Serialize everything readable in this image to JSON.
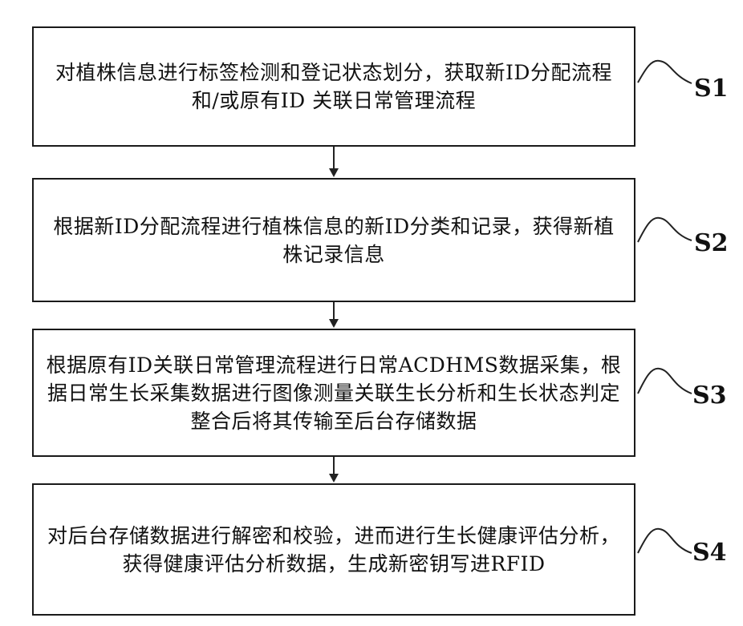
{
  "steps": [
    {
      "id": "S1",
      "text": "对植株信息进行标签检测和登记状态划分，获取新ID分配流程和/或原有ID 关联日常管理流程"
    },
    {
      "id": "S2",
      "text": "根据新ID分配流程进行植株信息的新ID分类和记录，获得新植株记录信息"
    },
    {
      "id": "S3",
      "text": "根据原有ID关联日常管理流程进行日常ACDHMS数据采集，根据日常生长采集数据进行图像测量关联生长分析和生长状态判定整合后将其传输至后台存储数据"
    },
    {
      "id": "S4",
      "text": "对后台存储数据进行解密和校验，进而进行生长健康评估分析，获得健康评估分析数据，生成新密钥写进RFID"
    }
  ]
}
